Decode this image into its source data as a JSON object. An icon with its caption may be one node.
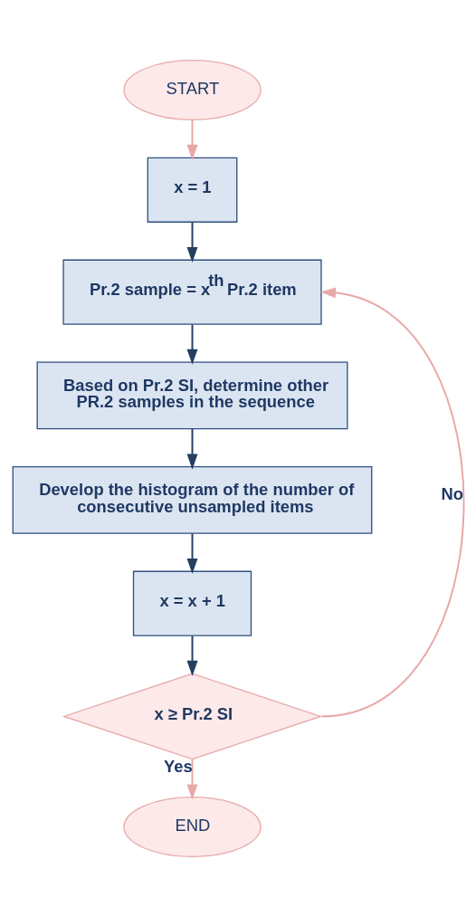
{
  "diagram": {
    "nodes": [
      {
        "text": [
          "START"
        ]
      },
      {
        "text": [
          "x = 1"
        ]
      },
      {
        "text": [
          "Pr.2 sample = x$^{th}$ Pr.2 item"
        ]
      },
      {
        "text": [
          "Based on Pr.2 SI, determine other PR.2 samples in the sequence"
        ]
      },
      {
        "text": [
          "Develop the histogram of the number of consecutive unsampled items"
        ]
      },
      {
        "text": [
          "x = x + 1"
        ]
      },
      {
        "text": [
          "x ≥ Pr.2 SI"
        ]
      },
      {
        "text": [
          "END"
        ]
      }
    ],
    "edges": [
      {
        "from": 0,
        "to": 1,
        "arrow": "to",
        "color": "#e8a8a8"
      },
      {
        "from": 1,
        "to": 2,
        "arrow": "to"
      },
      {
        "from": 2,
        "to": 3,
        "arrow": "to"
      },
      {
        "from": 3,
        "to": 4,
        "arrow": "to"
      },
      {
        "from": 4,
        "to": 5,
        "arrow": "to"
      },
      {
        "from": 5,
        "to": 6,
        "arrow": "to"
      },
      {
        "from": 6,
        "to": 7,
        "label": "Yes",
        "arrow": "to",
        "color": "#e8a8a8"
      },
      {
        "from": 6,
        "to": 2,
        "label": "No",
        "arrow": "to",
        "color": "#e8a8a8"
      }
    ]
  }
}
